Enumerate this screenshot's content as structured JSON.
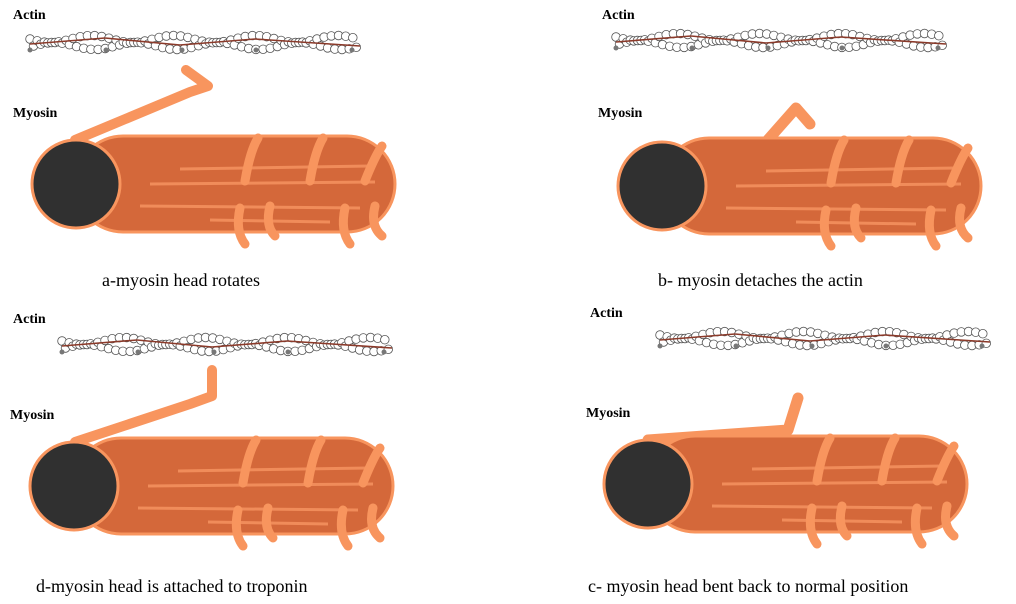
{
  "panels": {
    "a": {
      "actin_label": "Actin",
      "myosin_label": "Myosin",
      "caption": "a-myosin head rotates"
    },
    "b": {
      "actin_label": "Actin",
      "myosin_label": "Myosin",
      "caption": "b- myosin detaches the actin"
    },
    "d": {
      "actin_label": "Actin",
      "myosin_label": "Myosin",
      "caption": "d-myosin head is attached to troponin"
    },
    "c": {
      "actin_label": "Actin",
      "myosin_label": "Myosin",
      "caption": "c- myosin head bent back to normal position"
    }
  },
  "colors": {
    "myosin_body": "#d4683a",
    "myosin_head": "#f8955e",
    "cross_section": "#303030",
    "actin_bead": "#ffffff",
    "actin_strand": "#8b3a2a"
  }
}
